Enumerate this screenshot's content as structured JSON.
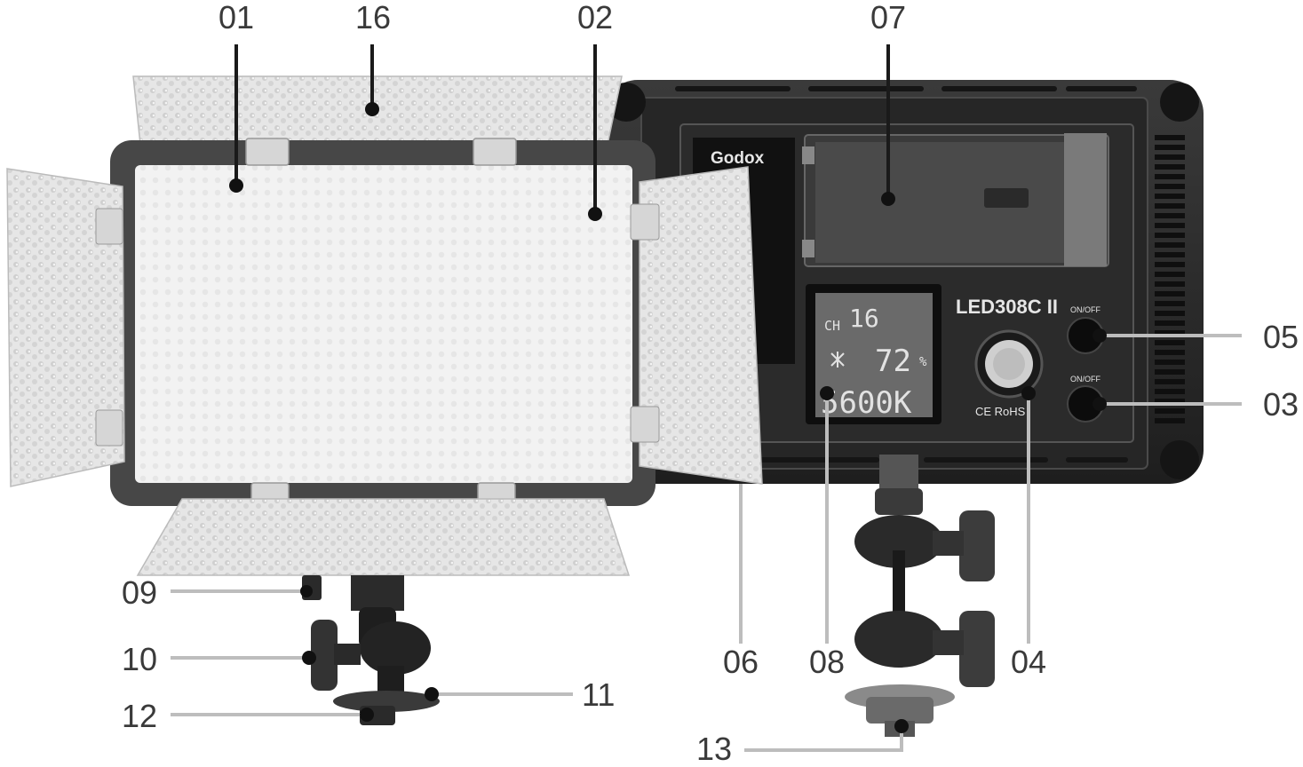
{
  "callouts": {
    "c01": "01",
    "c16": "16",
    "c02": "02",
    "c07": "07",
    "c05": "05",
    "c03": "03",
    "c09": "09",
    "c10": "10",
    "c11": "11",
    "c12": "12",
    "c06": "06",
    "c08": "08",
    "c04": "04",
    "c13": "13"
  },
  "device": {
    "brand": "Godox",
    "model": "LED308C II",
    "button_top_label": "ON/OFF",
    "button_bottom_label": "ON/OFF",
    "cert_marks": "CE RoHS",
    "lcd": {
      "ch_label": "CH",
      "channel": "16",
      "brightness": "72",
      "brightness_unit": "%",
      "color_temp": "5600K"
    }
  }
}
